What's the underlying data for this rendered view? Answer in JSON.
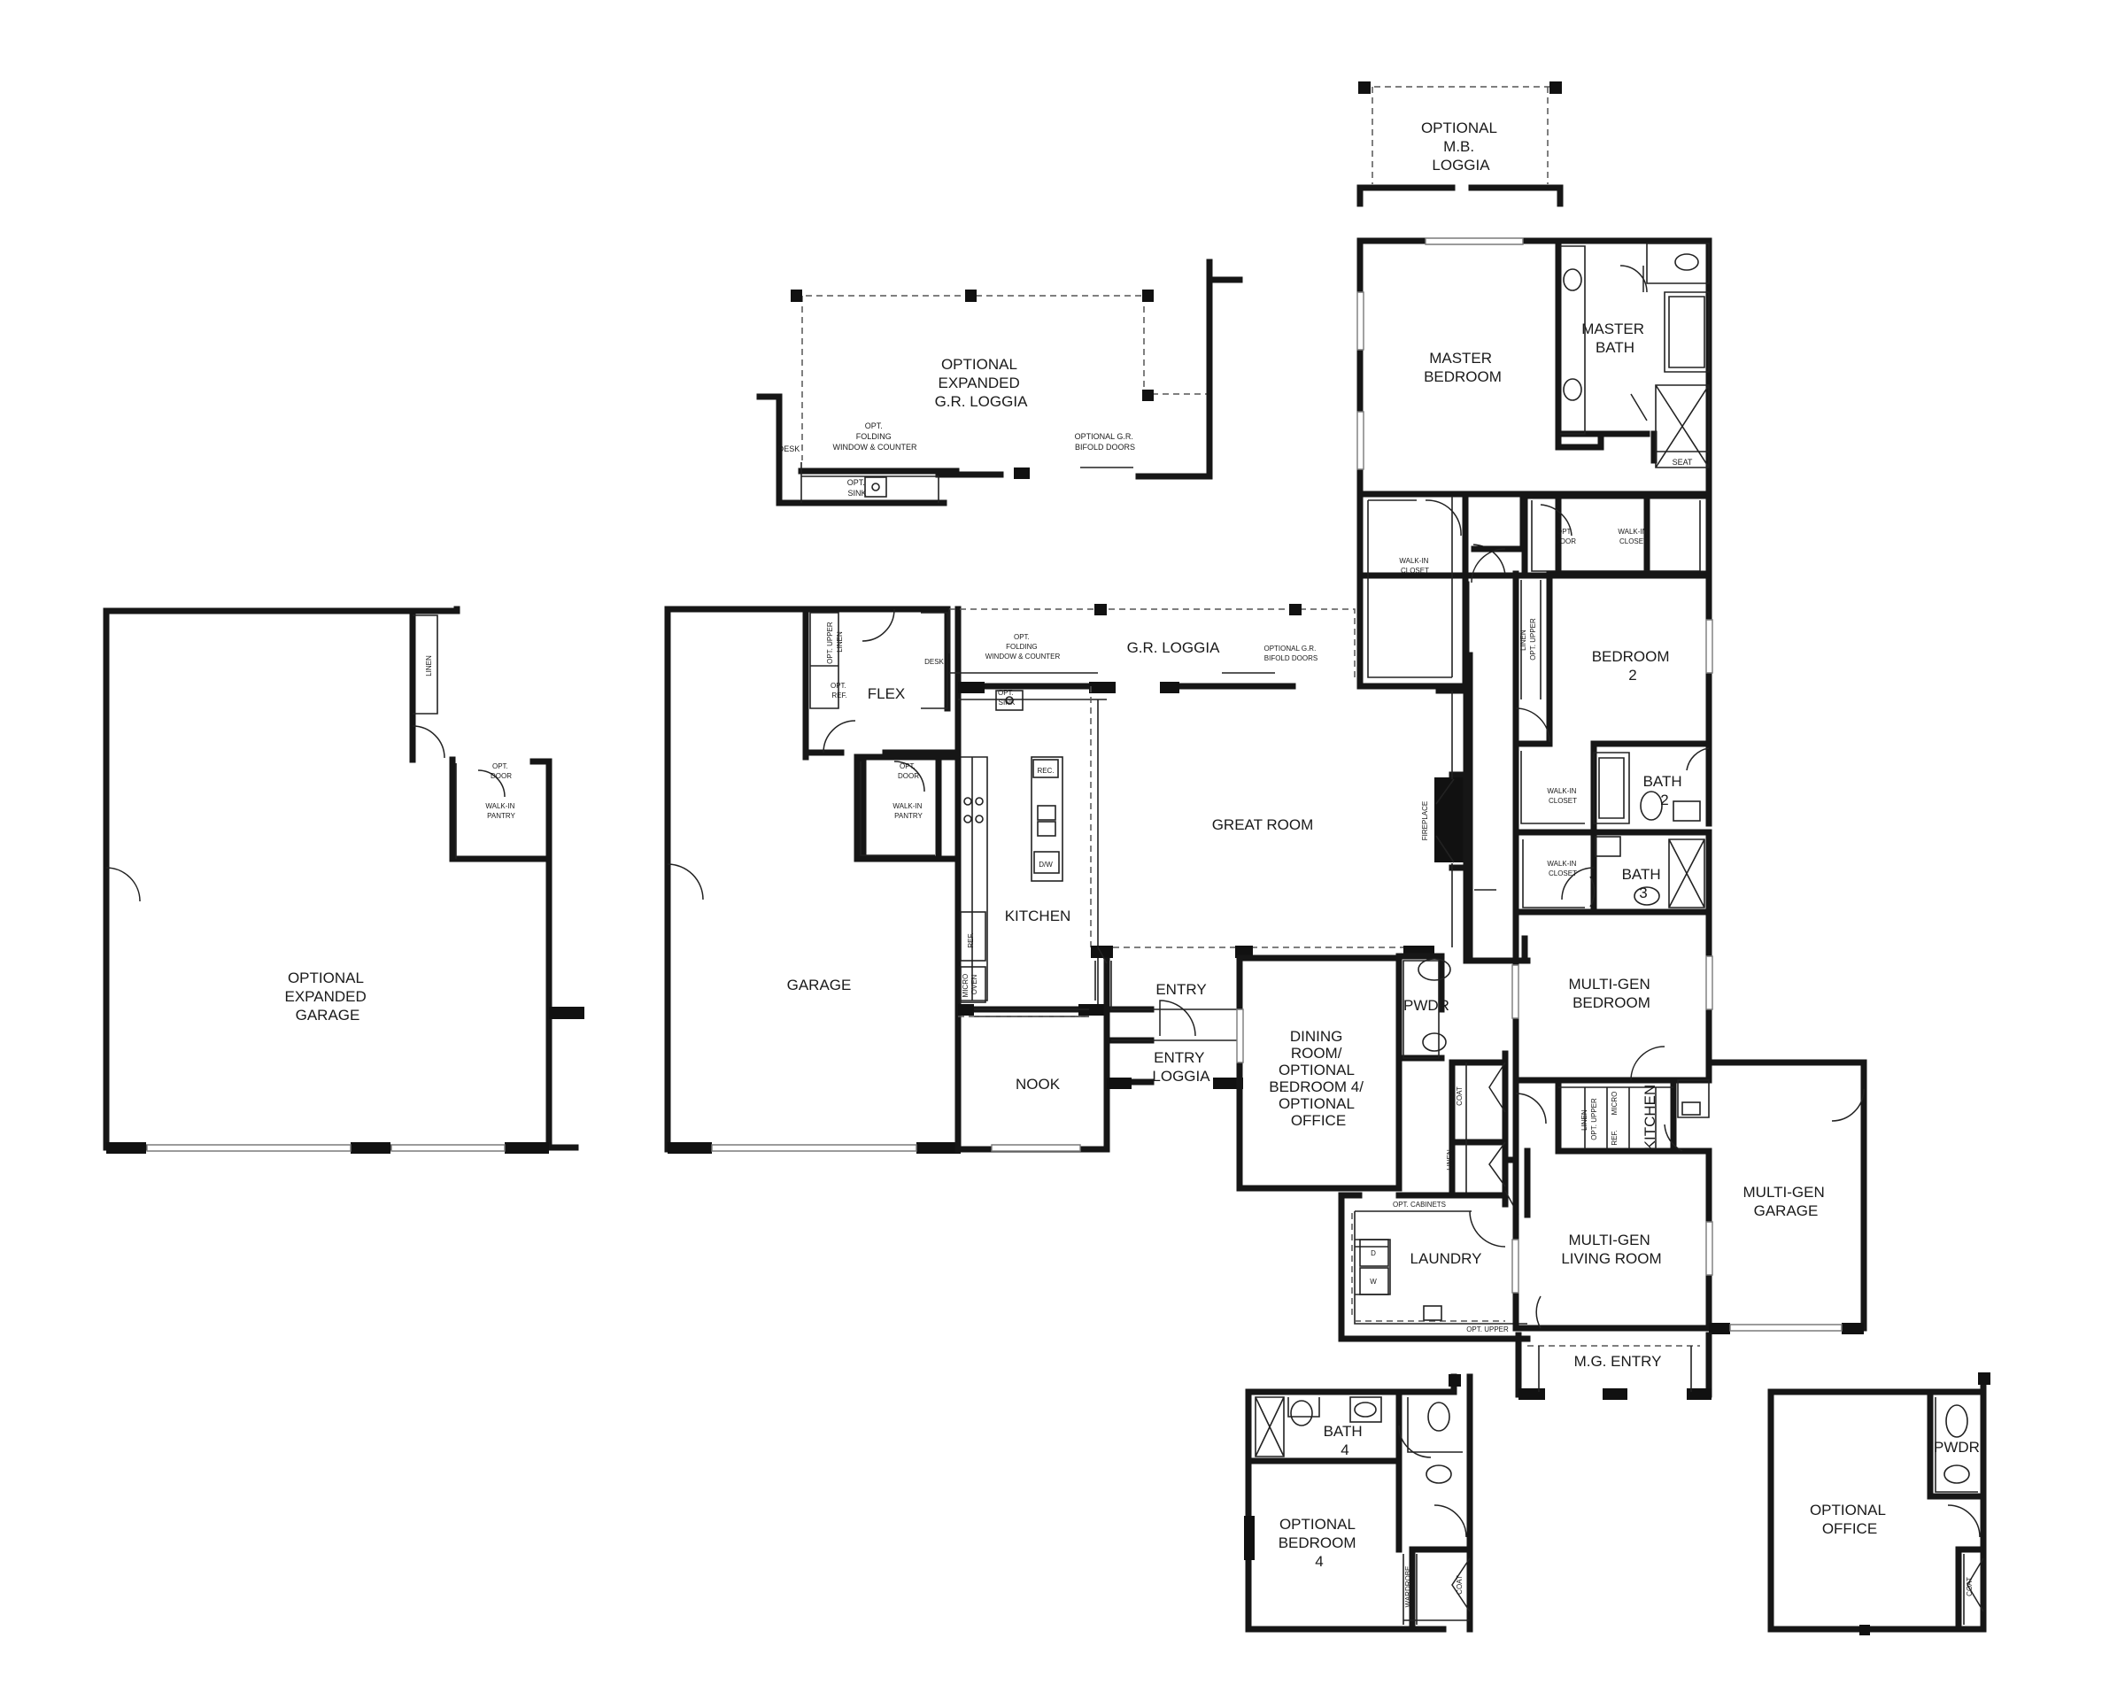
{
  "rooms": {
    "opt_mb_loggia": [
      "OPTIONAL",
      "M.B.",
      "LOGGIA"
    ],
    "opt_expanded_gr_loggia": [
      "OPTIONAL",
      "EXPANDED",
      "G.R. LOGGIA"
    ],
    "opt_folding_window_counter": [
      "OPT.",
      "FOLDING",
      "WINDOW & COUNTER"
    ],
    "opt_gr_bifold_doors": [
      "OPTIONAL G.R.",
      "BIFOLD DOORS"
    ],
    "desk": "DESK",
    "opt_sink": [
      "OPT.",
      "SINK"
    ],
    "master_bedroom": [
      "MASTER",
      "BEDROOM"
    ],
    "master_bath": [
      "MASTER",
      "BATH"
    ],
    "seat": "SEAT",
    "walk_in_closet": [
      "WALK-IN",
      "CLOSET"
    ],
    "opt_door": [
      "OPT.",
      "DOOR"
    ],
    "opt_expanded_garage": [
      "OPTIONAL",
      "EXPANDED",
      "GARAGE"
    ],
    "linen": "LINEN",
    "walk_in_pantry": [
      "WALK-IN",
      "PANTRY"
    ],
    "garage": "GARAGE",
    "opt_upper_linen": [
      "OPT. UPPER",
      "LINEN"
    ],
    "opt_ref": [
      "OPT.",
      "REF."
    ],
    "flex": "FLEX",
    "gr_loggia": "G.R. LOGGIA",
    "opt_folding_window_counter_2": [
      "OPT.",
      "FOLDING",
      "WINDOW & COUNTER"
    ],
    "optional_gr_bifold_doors_2": [
      "OPTIONAL G.R.",
      "BIFOLD DOORS"
    ],
    "rec": "REC.",
    "dw": "D/W",
    "kitchen": "KITCHEN",
    "ref": "REF.",
    "micro_oven": [
      "MICRO",
      "OVEN"
    ],
    "great_room": "GREAT ROOM",
    "fireplace": "FIREPLACE",
    "linen_opt_upper": [
      "LINEN",
      "OPT. UPPER"
    ],
    "bedroom_2": [
      "BEDROOM",
      "2"
    ],
    "bath_2": [
      "BATH",
      "2"
    ],
    "bath_3": [
      "BATH",
      "3"
    ],
    "multi_gen_bedroom": [
      "MULTI-GEN",
      "BEDROOM"
    ],
    "entry": "ENTRY",
    "entry_loggia": [
      "ENTRY",
      "LOGGIA"
    ],
    "nook": "NOOK",
    "dining_room": [
      "DINING",
      "ROOM/",
      "OPTIONAL",
      "BEDROOM 4/",
      "OPTIONAL",
      "OFFICE"
    ],
    "pwdr": "PWDR",
    "coat": "COAT",
    "linen_opt_upper_2": [
      "LINEN",
      "OPT. UPPER"
    ],
    "micro": "MICRO",
    "ref_2": "REF.",
    "mg_kitchen": "KITCHEN",
    "multi_gen_garage": [
      "MULTI-GEN",
      "GARAGE"
    ],
    "opt_cabinets": "OPT. CABINETS",
    "laundry": "LAUNDRY",
    "dryer": "D",
    "washer": "W",
    "opt_upper": "OPT. UPPER",
    "multi_gen_living_room": [
      "MULTI-GEN",
      "LIVING ROOM"
    ],
    "mg_entry": "M.G. ENTRY",
    "bath_4": [
      "BATH",
      "4"
    ],
    "opt_bedroom_4": [
      "OPTIONAL",
      "BEDROOM",
      "4"
    ],
    "wardrobe": "WARDROBE",
    "optional_office": [
      "OPTIONAL",
      "OFFICE"
    ]
  }
}
